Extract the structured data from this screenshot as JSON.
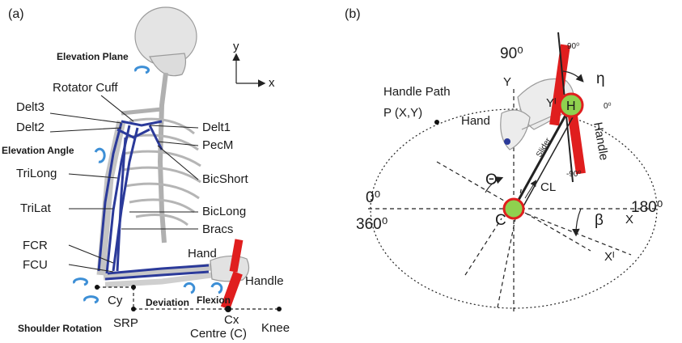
{
  "panel_a": {
    "tag": "(a)",
    "axes": {
      "y": "y",
      "x": "x"
    },
    "labels": {
      "elevation_plane": "Elevation Plane",
      "rotator_cuff": "Rotator Cuff",
      "delt3": "Delt3",
      "delt2": "Delt2",
      "delt1": "Delt1",
      "pecm": "PecM",
      "elevation_angle": "Elevation Angle",
      "bicshort": "BicShort",
      "trilong": "TriLong",
      "trilat": "TriLat",
      "biclong": "BicLong",
      "bracs": "Bracs",
      "fcr": "FCR",
      "fcu": "FCU",
      "hand": "Hand",
      "handle": "Handle",
      "deviation": "Deviation",
      "flexion": "Flexion",
      "cy": "Cy",
      "cx": "Cx",
      "srp": "SRP",
      "centre": "Centre (C)",
      "knee": "Knee",
      "shoulder_rotation": "Shoulder Rotation"
    }
  },
  "panel_b": {
    "tag": "(b)",
    "labels": {
      "ninety": "90⁰",
      "handle_path": "Handle Path",
      "p_xy": "P (X,Y)",
      "Y": "Y",
      "y_prime": "Yᴵ",
      "hand": "Hand",
      "eta": "η",
      "H": "H",
      "h_90": "90⁰",
      "h_0": "0⁰",
      "h_m90": "-90⁰",
      "handle": "Handle",
      "slider": "Slider",
      "theta": "Θ",
      "cl": "CL",
      "zero": "0⁰",
      "three_sixty": "360⁰",
      "C": "C",
      "one_eighty": "180⁰",
      "beta": "β",
      "X": "X",
      "x_prime": "Xᴵ"
    }
  },
  "colors": {
    "muscle": "#2b3a9a",
    "handle_red": "#e01e1e",
    "circle_green": "#8fd14f",
    "rotation_arrow": "#3d8fd6"
  }
}
